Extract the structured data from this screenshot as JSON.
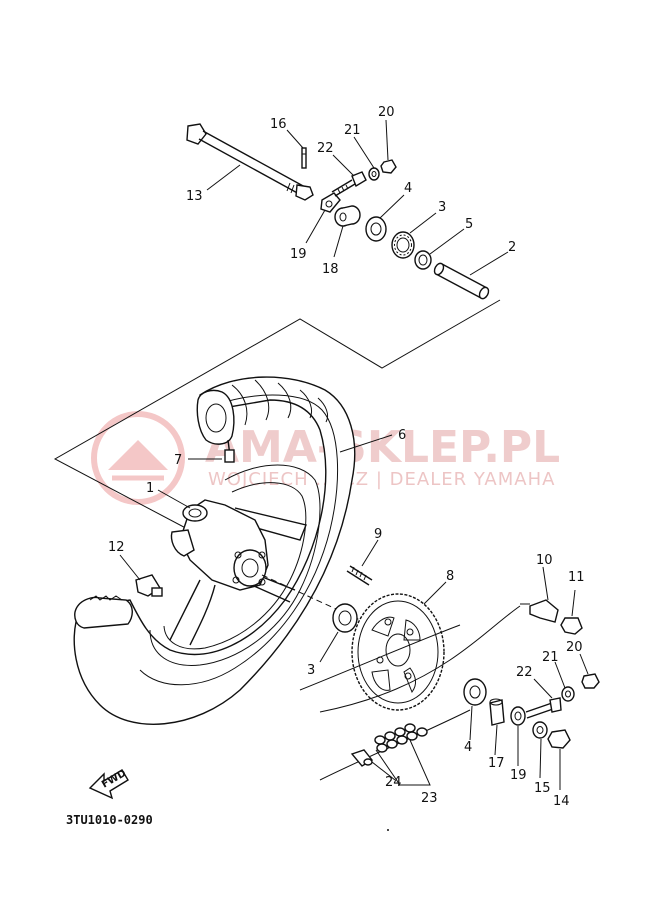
{
  "watermark": {
    "brand": "AMA-SKLEP.PL",
    "dealer": "WOJCIECH ... CZ | DEALER YAMAHA",
    "color": "#e06060"
  },
  "diagram_code": "3TU1010-0290",
  "fwd_label": "FWD",
  "callouts": {
    "p1": "1",
    "p2": "2",
    "p3a": "3",
    "p3b": "3",
    "p4a": "4",
    "p4b": "4",
    "p5": "5",
    "p6": "6",
    "p7": "7",
    "p8": "8",
    "p9": "9",
    "p10": "10",
    "p11": "11",
    "p12": "12",
    "p13": "13",
    "p14": "14",
    "p15": "15",
    "p16": "16",
    "p17": "17",
    "p18": "18",
    "p19a": "19",
    "p19b": "19",
    "p20a": "20",
    "p20b": "20",
    "p21a": "21",
    "p21b": "21",
    "p22a": "22",
    "p22b": "22",
    "p23": "23",
    "p24": "24"
  }
}
